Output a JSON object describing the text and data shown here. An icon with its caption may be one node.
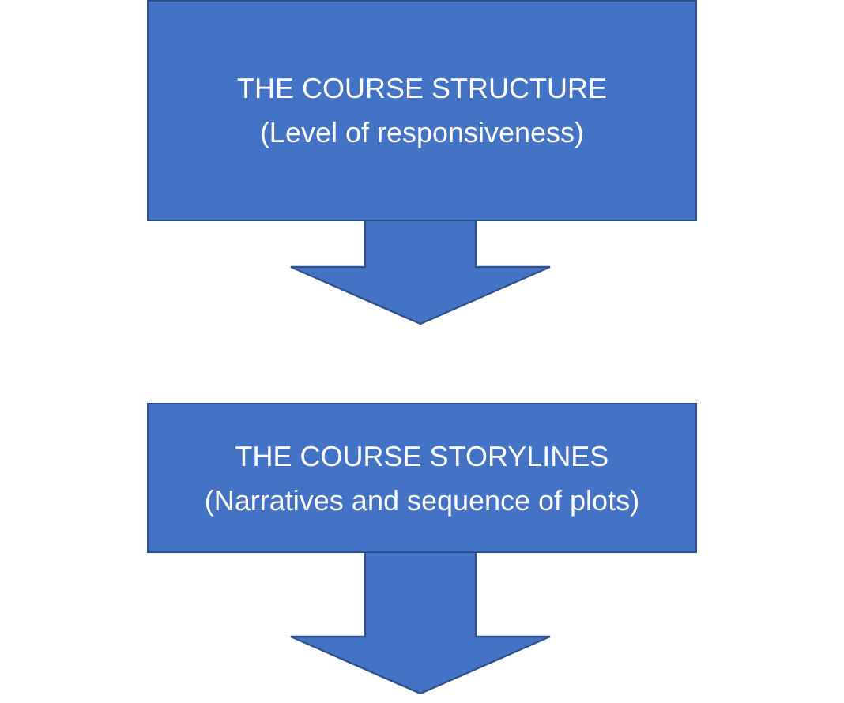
{
  "diagram": {
    "nodes": [
      {
        "text": [
          "THE COURSE STRUCTURE",
          "(Level of responsiveness)"
        ]
      },
      {
        "text": [
          "THE COURSE STORYLINES",
          "(Narratives and sequence of plots)"
        ]
      }
    ],
    "edges": [
      {
        "from": 0,
        "to": 1,
        "arrow": "to"
      },
      {
        "from": 1,
        "to": null,
        "arrow": "to"
      }
    ]
  }
}
